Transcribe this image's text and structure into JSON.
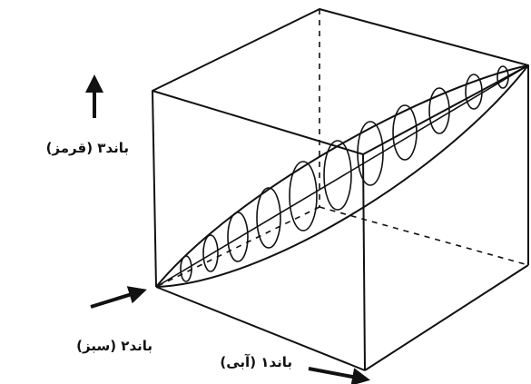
{
  "labels": {
    "band3": "باند۳ (قرمز)",
    "band2": "باند۲ (سبز)",
    "band1": "باند۱ (آبی)"
  },
  "colors": {
    "ink": "#111111",
    "background": "#ffffff"
  }
}
